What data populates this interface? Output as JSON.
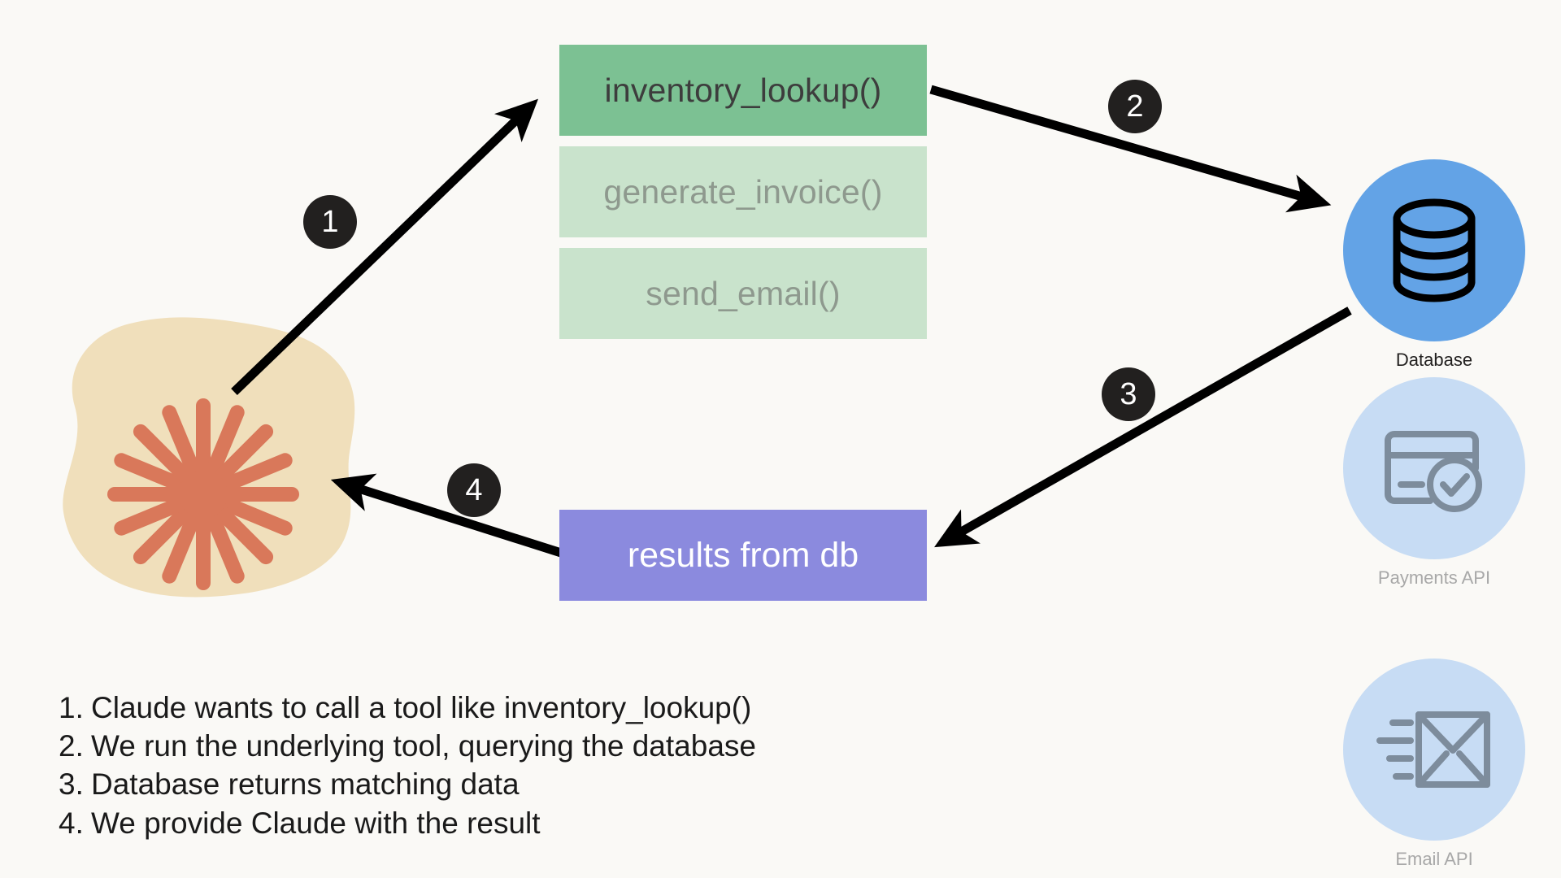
{
  "theme": {
    "background": "#faf9f6",
    "tool_active_bg": "#7cc193",
    "tool_dim_bg": "#c9e3cc",
    "tool_active_text": "#3d3d3d",
    "tool_dim_text": "#8e998e",
    "result_bg": "#8b8ade",
    "result_text": "#ffffff",
    "badge_bg": "#22201f",
    "badge_text": "#ffffff",
    "arrow_color": "#000000",
    "database_circle": "#63a3e6",
    "inactive_circle": "#c7dcf4",
    "inactive_icon": "#7d8c9c",
    "claude_blob": "#f0dfbb",
    "claude_star": "#d9785a",
    "label_active": "#22201f",
    "label_inactive": "#a8a8a8"
  },
  "tools": {
    "items": [
      {
        "label": "inventory_lookup()",
        "state": "active"
      },
      {
        "label": "generate_invoice()",
        "state": "dim"
      },
      {
        "label": "send_email()",
        "state": "dim"
      }
    ]
  },
  "result": {
    "label": "results from db"
  },
  "badges": [
    {
      "number": "1"
    },
    {
      "number": "2"
    },
    {
      "number": "3"
    },
    {
      "number": "4"
    }
  ],
  "services": [
    {
      "id": "database",
      "label": "Database",
      "icon": "database-icon",
      "state": "active"
    },
    {
      "id": "payments",
      "label": "Payments API",
      "icon": "credit-card-check-icon",
      "state": "inactive"
    },
    {
      "id": "email",
      "label": "Email API",
      "icon": "envelope-send-icon",
      "state": "inactive"
    }
  ],
  "agent": {
    "name": "claude-starburst-logo"
  },
  "steps": {
    "items": [
      {
        "num": "1.",
        "text": "Claude wants to call a tool like inventory_lookup()"
      },
      {
        "num": "2.",
        "text": "We run the underlying tool, querying the database"
      },
      {
        "num": "3.",
        "text": "Database returns matching data"
      },
      {
        "num": "4.",
        "text": "We provide Claude with the result"
      }
    ]
  }
}
